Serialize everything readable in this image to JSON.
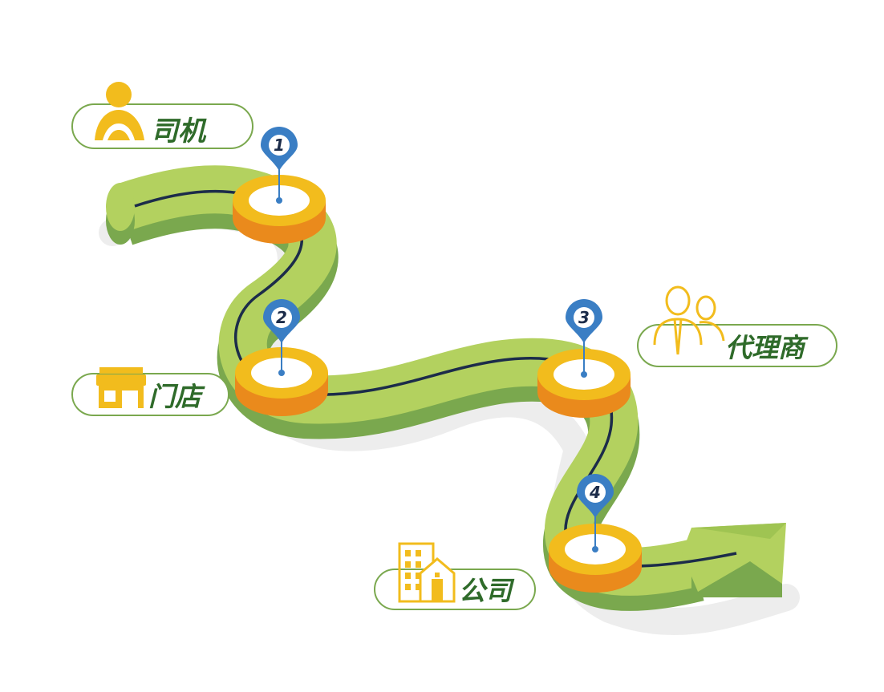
{
  "colors": {
    "road_top": "#b3d15f",
    "road_side": "#7aa84e",
    "road_line": "#1c2c4a",
    "disc_yellow": "#f2bc1d",
    "disc_orange": "#ea8a1c",
    "pin_blue": "#3a7ec4",
    "label_border": "#7aa84e",
    "label_text": "#2f6b2a",
    "icon_yellow": "#f2bc1d"
  },
  "stages": [
    {
      "number": "1",
      "label": "司机",
      "icon": "driver-icon"
    },
    {
      "number": "2",
      "label": "门店",
      "icon": "store-icon"
    },
    {
      "number": "3",
      "label": "代理商",
      "icon": "agent-icon"
    },
    {
      "number": "4",
      "label": "公司",
      "icon": "company-icon"
    }
  ]
}
